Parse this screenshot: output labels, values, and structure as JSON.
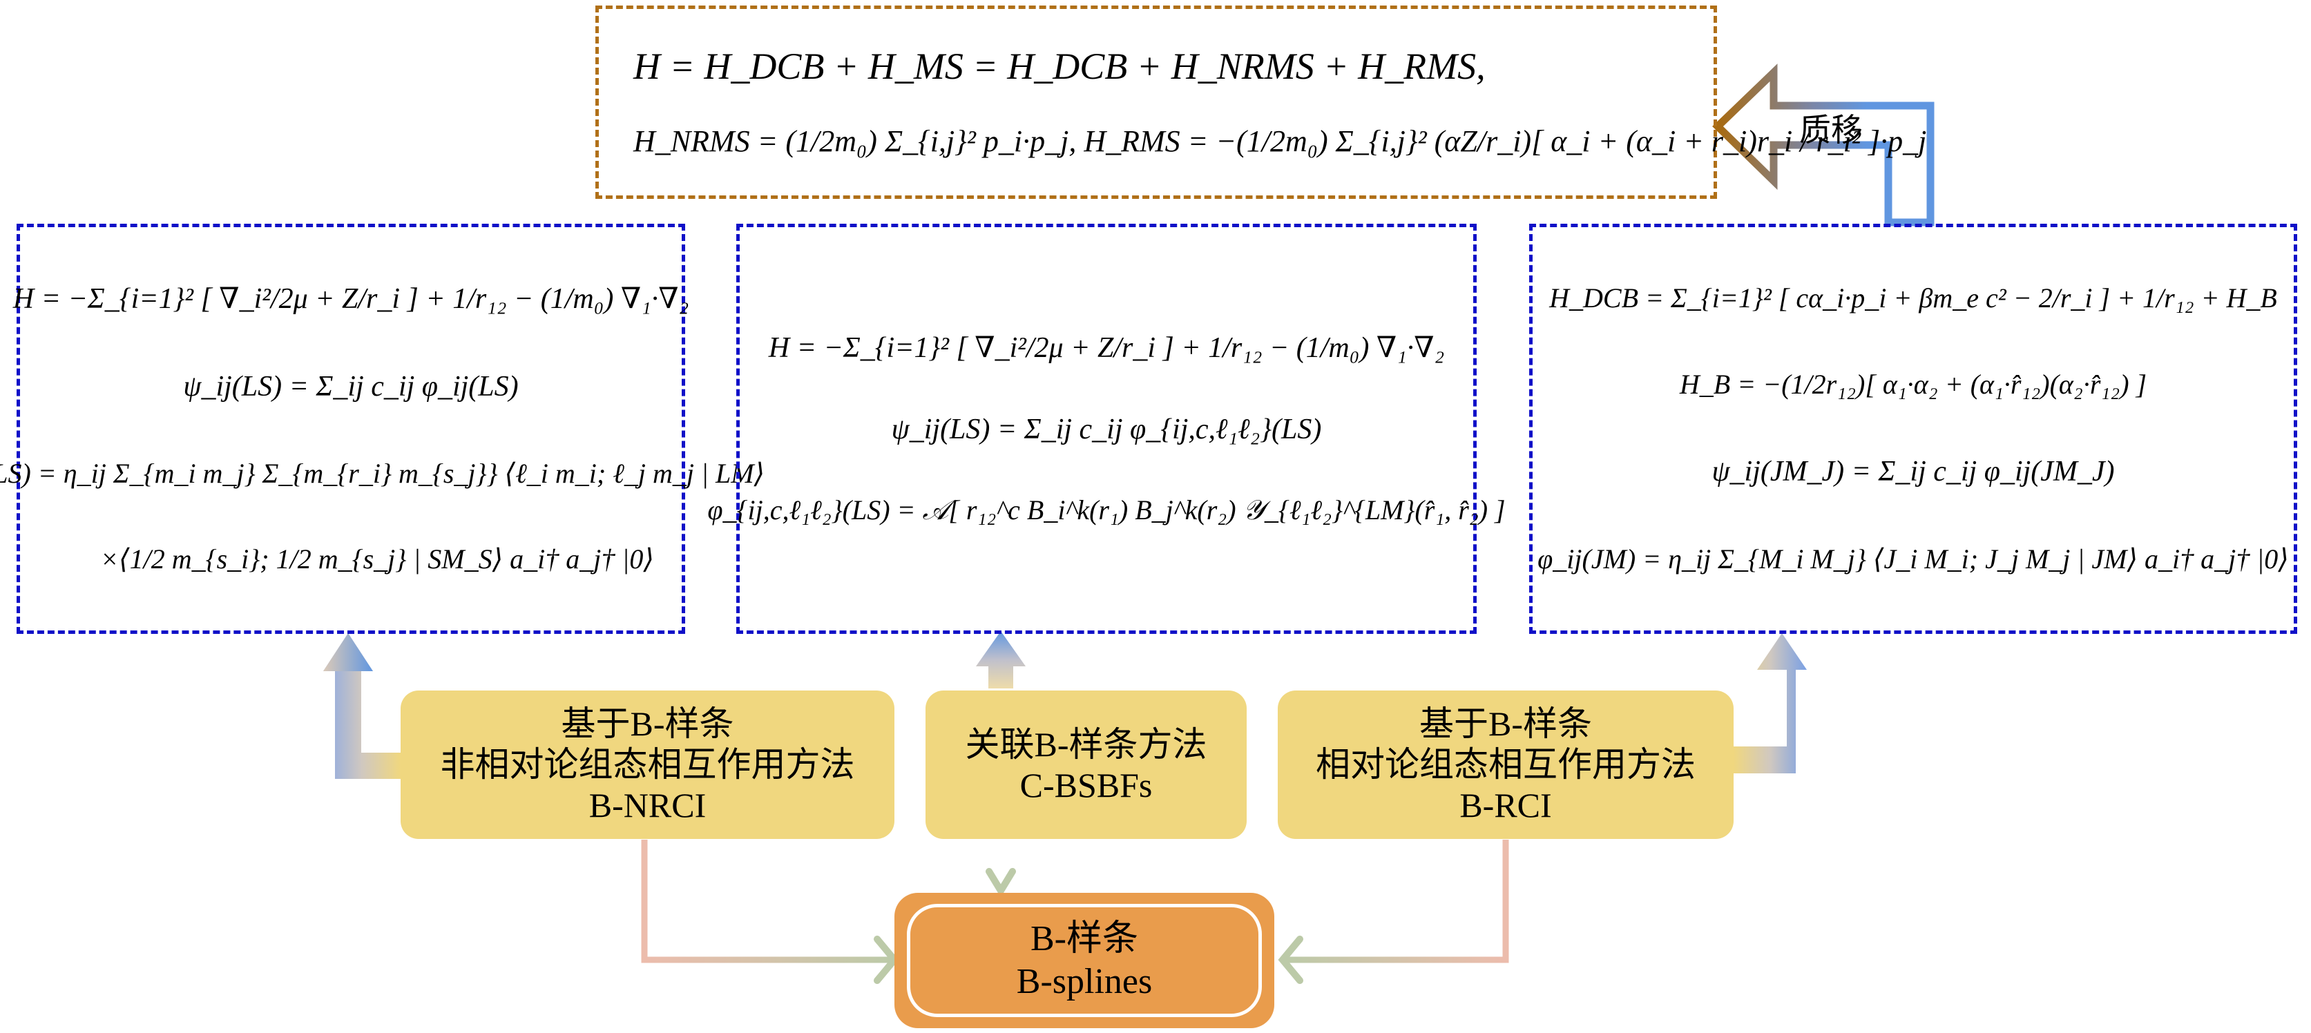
{
  "diagram": {
    "title": "B-spline based methods for two-electron atoms: Hamiltonians and wave functions",
    "colors": {
      "top_box_border": "#b07018",
      "formula_box_border": "#1010c8",
      "method_box_fill": "#f0d77f",
      "core_box_fill": "#e99c4c",
      "arrow_blue": "#6096e0",
      "arrow_brown": "#a86a10",
      "connector_pink": "#ecbcac",
      "connector_green": "#bccaa8"
    }
  },
  "mass_shift_box": {
    "lines": [
      "H = H_DCB + H_MS = H_DCB + H_NRMS + H_RMS,",
      "H_NRMS = (1/2m₀) Σ_{i,j}² p_i·p_j,   H_RMS = −(1/2m₀) Σ_{i,j}² (αZ/r_i)[ α_i + (α_i + r_i)r_i / r_i² ]·p_j"
    ]
  },
  "mass_shift_arrow": {
    "label": "质移"
  },
  "nrci_formula_box": {
    "lines": [
      "H = −Σ_{i=1}² [ ∇_i²/2μ + Z/r_i ] + 1/r₁₂ − (1/m₀) ∇₁·∇₂",
      "ψ_ij(LS) = Σ_ij c_ij φ_ij(LS)",
      "ψ_ij(LS) = η_ij Σ_{m_i m_j} Σ_{m_{r_i} m_{s_j}} ⟨ℓ_i m_i; ℓ_j m_j | LM⟩",
      "×⟨1/2 m_{s_i}; 1/2 m_{s_j} | SM_S⟩ a_i† a_j† |0⟩"
    ]
  },
  "cbsbf_formula_box": {
    "lines": [
      "H = −Σ_{i=1}² [ ∇_i²/2μ + Z/r_i ] + 1/r₁₂ − (1/m₀) ∇₁·∇₂",
      "ψ_ij(LS) = Σ_ij c_ij φ_{ij,c,ℓ₁ℓ₂}(LS)",
      "φ_{ij,c,ℓ₁ℓ₂}(LS) = 𝒜[ r₁₂^c B_i^k(r₁) B_j^k(r₂) 𝒴_{ℓ₁ℓ₂}^{LM}(r̂₁, r̂₂) ]"
    ]
  },
  "rci_formula_box": {
    "lines": [
      "H_DCB = Σ_{i=1}² [ cα_i·p_i + βm_e c² − 2/r_i ] + 1/r₁₂ + H_B",
      "H_B = −(1/2r₁₂)[ α₁·α₂ + (α₁·r̂₁₂)(α₂·r̂₁₂) ]",
      "ψ_ij(JM_J) = Σ_ij c_ij φ_ij(JM_J)",
      "φ_ij(JM) = η_ij Σ_{M_i M_j} ⟨J_i M_i; J_j M_j | JM⟩ a_i† a_j† |0⟩"
    ]
  },
  "methods": {
    "nrci": {
      "lines": [
        "基于B-样条",
        "非相对论组态相互作用方法",
        "B-NRCI"
      ]
    },
    "cbsbf": {
      "lines": [
        "关联B-样条方法",
        "C-BSBFs"
      ]
    },
    "rci": {
      "lines": [
        "基于B-样条",
        "相对论组态相互作用方法",
        "B-RCI"
      ]
    }
  },
  "core": {
    "lines": [
      "B-样条",
      "B-splines"
    ]
  }
}
